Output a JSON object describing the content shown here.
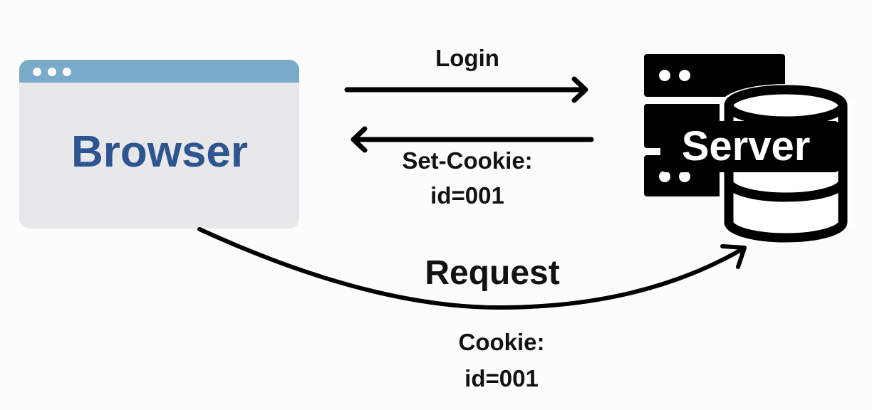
{
  "browser": {
    "label": "Browser",
    "titlebar_color": "#7aaac9",
    "window_color": "#e8e8ea",
    "label_color": "#2f5590",
    "dots_color": "#ffffff"
  },
  "server": {
    "label": "Server",
    "icon": "server-database-icon",
    "color": "#000000"
  },
  "arrows": {
    "login_label": "Login",
    "set_cookie_label_line1": "Set-Cookie:",
    "set_cookie_label_line2": "id=001",
    "request_label": "Request",
    "cookie_label_line1": "Cookie:",
    "cookie_label_line2": "id=001",
    "color": "#000000"
  }
}
